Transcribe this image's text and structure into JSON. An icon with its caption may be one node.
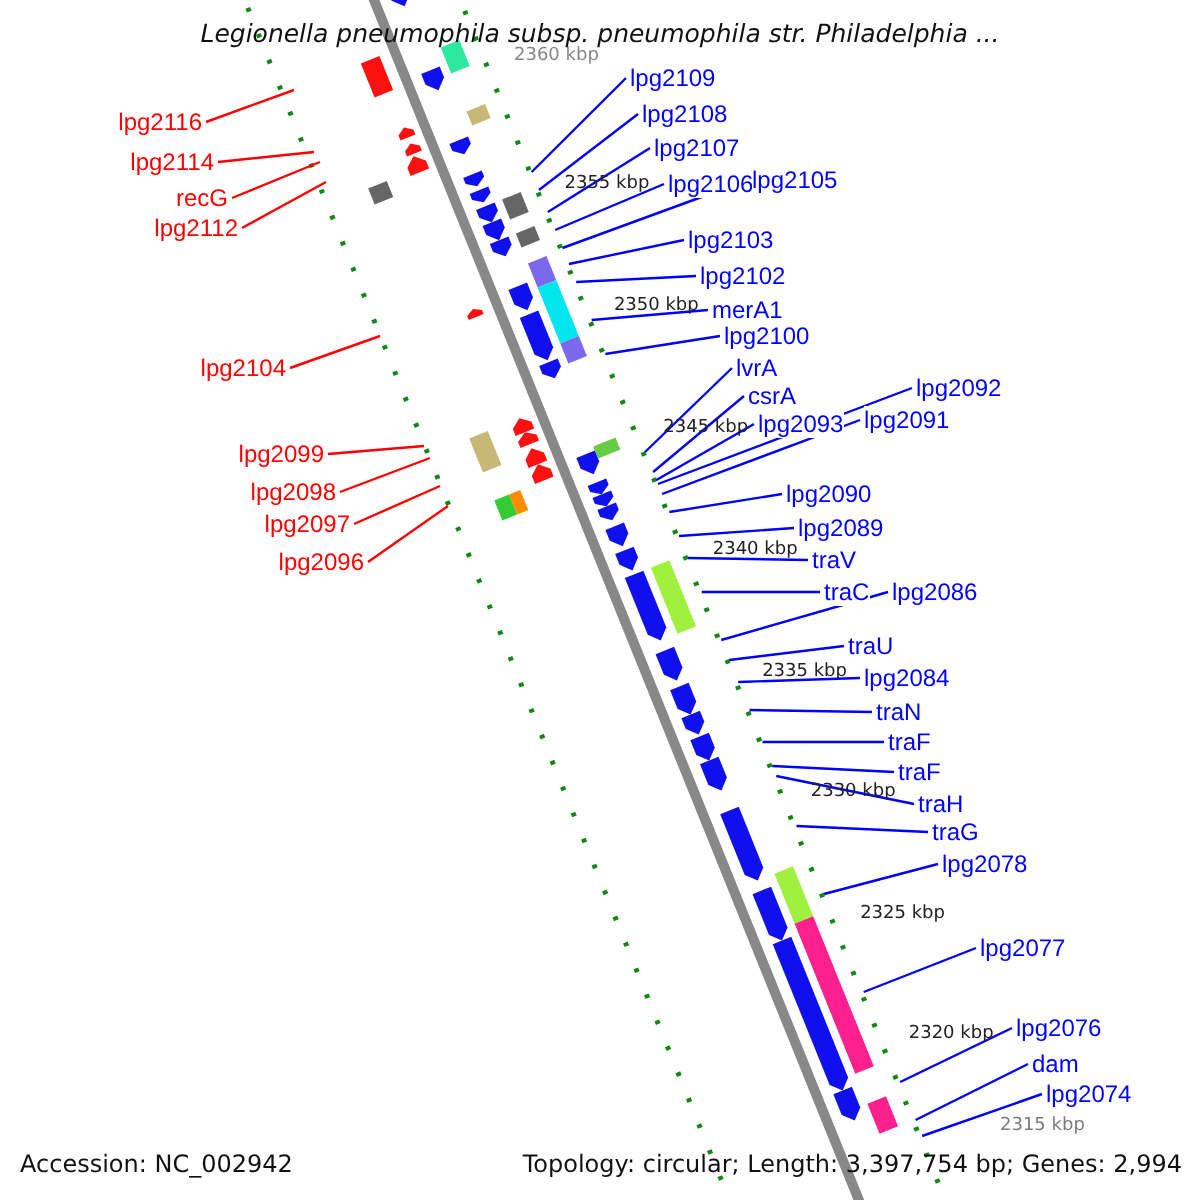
{
  "diagram": {
    "title": "Legionella pneumophila subsp. pneumophila str. Philadelphia ...",
    "nodes": [
      {
        "text": [
          "lpg2116"
        ]
      },
      {
        "text": [
          "lpg2114"
        ]
      },
      {
        "text": [
          "recG"
        ]
      },
      {
        "text": [
          "lpg2112"
        ]
      },
      {
        "text": [
          "lpg2104"
        ]
      },
      {
        "text": [
          "lpg2099"
        ]
      },
      {
        "text": [
          "lpg2098"
        ]
      },
      {
        "text": [
          "lpg2097"
        ]
      },
      {
        "text": [
          "lpg2096"
        ]
      },
      {
        "text": [
          "lpg2109"
        ]
      },
      {
        "text": [
          "lpg2108"
        ]
      },
      {
        "text": [
          "lpg2107"
        ]
      },
      {
        "text": [
          "lpg2106"
        ]
      },
      {
        "text": [
          "lpg2105"
        ]
      },
      {
        "text": [
          "lpg2103"
        ]
      },
      {
        "text": [
          "lpg2102"
        ]
      },
      {
        "text": [
          "merA1"
        ]
      },
      {
        "text": [
          "lpg2100"
        ]
      },
      {
        "text": [
          "lvrA"
        ]
      },
      {
        "text": [
          "csrA"
        ]
      },
      {
        "text": [
          "lpg2093"
        ]
      },
      {
        "text": [
          "lpg2092"
        ]
      },
      {
        "text": [
          "lpg2091"
        ]
      },
      {
        "text": [
          "lpg2090"
        ]
      },
      {
        "text": [
          "lpg2089"
        ]
      },
      {
        "text": [
          "traV"
        ]
      },
      {
        "text": [
          "traC"
        ]
      },
      {
        "text": [
          "lpg2086"
        ]
      },
      {
        "text": [
          "traU"
        ]
      },
      {
        "text": [
          "lpg2084"
        ]
      },
      {
        "text": [
          "traN"
        ]
      },
      {
        "text": [
          "traF"
        ]
      },
      {
        "text": [
          "traF"
        ]
      },
      {
        "text": [
          "traH"
        ]
      },
      {
        "text": [
          "traG"
        ]
      },
      {
        "text": [
          "lpg2078"
        ]
      },
      {
        "text": [
          "lpg2077"
        ]
      },
      {
        "text": [
          "lpg2076"
        ]
      },
      {
        "text": [
          "dam"
        ]
      },
      {
        "text": [
          "lpg2074"
        ]
      }
    ],
    "edges": [
      {
        "from": 0,
        "to": null,
        "arrow": "none",
        "color": "#ff0000"
      },
      {
        "from": 1,
        "to": null,
        "arrow": "none",
        "color": "#ff0000"
      },
      {
        "from": 2,
        "to": null,
        "arrow": "none",
        "color": "#ff0000"
      },
      {
        "from": 3,
        "to": null,
        "arrow": "none",
        "color": "#ff0000"
      },
      {
        "from": 4,
        "to": null,
        "arrow": "none",
        "color": "#ff0000"
      },
      {
        "from": 5,
        "to": null,
        "arrow": "none",
        "color": "#ff0000"
      },
      {
        "from": 6,
        "to": null,
        "arrow": "none",
        "color": "#ff0000"
      },
      {
        "from": 7,
        "to": null,
        "arrow": "none",
        "color": "#ff0000"
      },
      {
        "from": 8,
        "to": null,
        "arrow": "none",
        "color": "#ff0000"
      },
      {
        "from": 9,
        "to": null,
        "arrow": "none"
      },
      {
        "from": 10,
        "to": null,
        "arrow": "none"
      },
      {
        "from": 11,
        "to": null,
        "arrow": "none"
      },
      {
        "from": 12,
        "to": null,
        "arrow": "none"
      },
      {
        "from": 13,
        "to": null,
        "arrow": "none"
      },
      {
        "from": 14,
        "to": null,
        "arrow": "none"
      },
      {
        "from": 15,
        "to": null,
        "arrow": "none"
      },
      {
        "from": 16,
        "to": null,
        "arrow": "none"
      },
      {
        "from": 17,
        "to": null,
        "arrow": "none"
      },
      {
        "from": 18,
        "to": null,
        "arrow": "none"
      },
      {
        "from": 19,
        "to": null,
        "arrow": "none"
      },
      {
        "from": 20,
        "to": null,
        "arrow": "none"
      },
      {
        "from": 21,
        "to": null,
        "arrow": "none"
      },
      {
        "from": 22,
        "to": null,
        "arrow": "none"
      },
      {
        "from": 23,
        "to": null,
        "arrow": "none"
      },
      {
        "from": 24,
        "to": null,
        "arrow": "none"
      },
      {
        "from": 25,
        "to": null,
        "arrow": "none"
      },
      {
        "from": 26,
        "to": null,
        "arrow": "none"
      },
      {
        "from": 27,
        "to": null,
        "arrow": "none"
      },
      {
        "from": 28,
        "to": null,
        "arrow": "none"
      },
      {
        "from": 29,
        "to": null,
        "arrow": "none"
      },
      {
        "from": 30,
        "to": null,
        "arrow": "none"
      },
      {
        "from": 31,
        "to": null,
        "arrow": "none"
      },
      {
        "from": 32,
        "to": null,
        "arrow": "none"
      },
      {
        "from": 33,
        "to": null,
        "arrow": "none"
      },
      {
        "from": 34,
        "to": null,
        "arrow": "none"
      },
      {
        "from": 35,
        "to": null,
        "arrow": "none"
      },
      {
        "from": 36,
        "to": null,
        "arrow": "none"
      },
      {
        "from": 37,
        "to": null,
        "arrow": "none"
      },
      {
        "from": 38,
        "to": null,
        "arrow": "none"
      },
      {
        "from": 39,
        "to": null,
        "arrow": "none"
      }
    ],
    "labels": [
      "2360 kbp",
      "2355 kbp",
      "2350 kbp",
      "2345 kbp",
      "2340 kbp",
      "2335 kbp",
      "2330 kbp",
      "2325 kbp",
      "2320 kbp",
      "2315 kbp",
      "Accession: NC_002942",
      "Topology: circular; Length: 3,397,754 bp; Genes: 2,994"
    ]
  }
}
